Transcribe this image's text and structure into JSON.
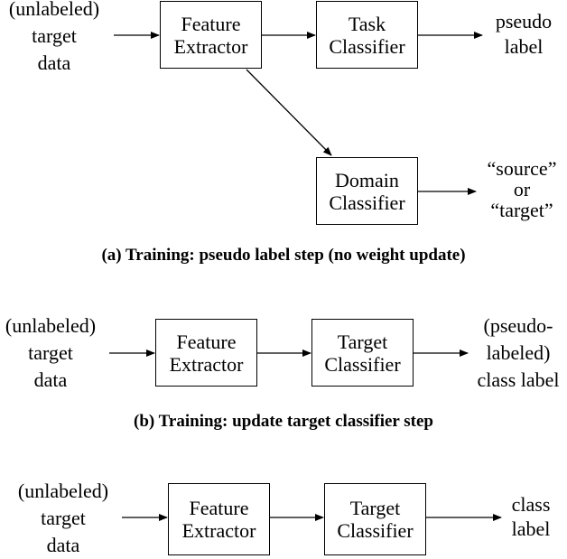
{
  "panel_a": {
    "input": [
      "(unlabeled)",
      "target",
      "data"
    ],
    "feature_extractor": [
      "Feature",
      "Extractor"
    ],
    "task_classifier": [
      "Task",
      "Classifier"
    ],
    "output": [
      "pseudo",
      "label"
    ],
    "domain_classifier": [
      "Domain",
      "Classifier"
    ],
    "domain_output": [
      "“source”",
      "or",
      "“target”"
    ],
    "caption_tag": "(a)",
    "caption_text": "Training: pseudo label step (no weight update)"
  },
  "panel_b": {
    "input": [
      "(unlabeled)",
      "target",
      "data"
    ],
    "feature_extractor": [
      "Feature",
      "Extractor"
    ],
    "target_classifier": [
      "Target",
      "Classifier"
    ],
    "output": [
      "(pseudo-",
      "labeled)",
      "class label"
    ],
    "caption_tag": "(b)",
    "caption_text": "Training: update target classifier step"
  },
  "panel_c": {
    "input": [
      "(unlabeled)",
      "target",
      "data"
    ],
    "feature_extractor": [
      "Feature",
      "Extractor"
    ],
    "target_classifier": [
      "Target",
      "Classifier"
    ],
    "output": [
      "class",
      "label"
    ]
  }
}
